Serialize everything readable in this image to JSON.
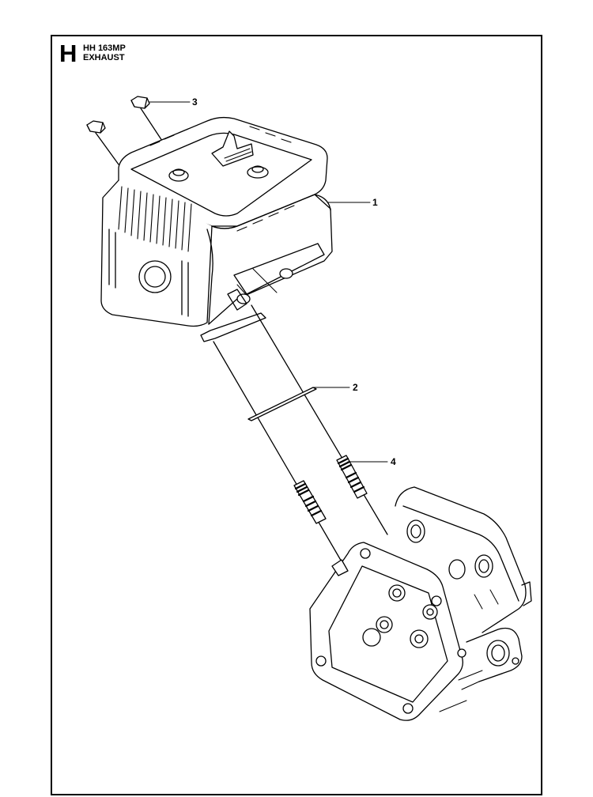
{
  "header": {
    "section_letter": "H",
    "model": "HH 163MP",
    "title": "EXHAUST"
  },
  "parts": [
    {
      "number": "1",
      "name": "muffler-assembly"
    },
    {
      "number": "2",
      "name": "gasket"
    },
    {
      "number": "3",
      "name": "nut"
    },
    {
      "number": "4",
      "name": "stud-bolt"
    }
  ]
}
